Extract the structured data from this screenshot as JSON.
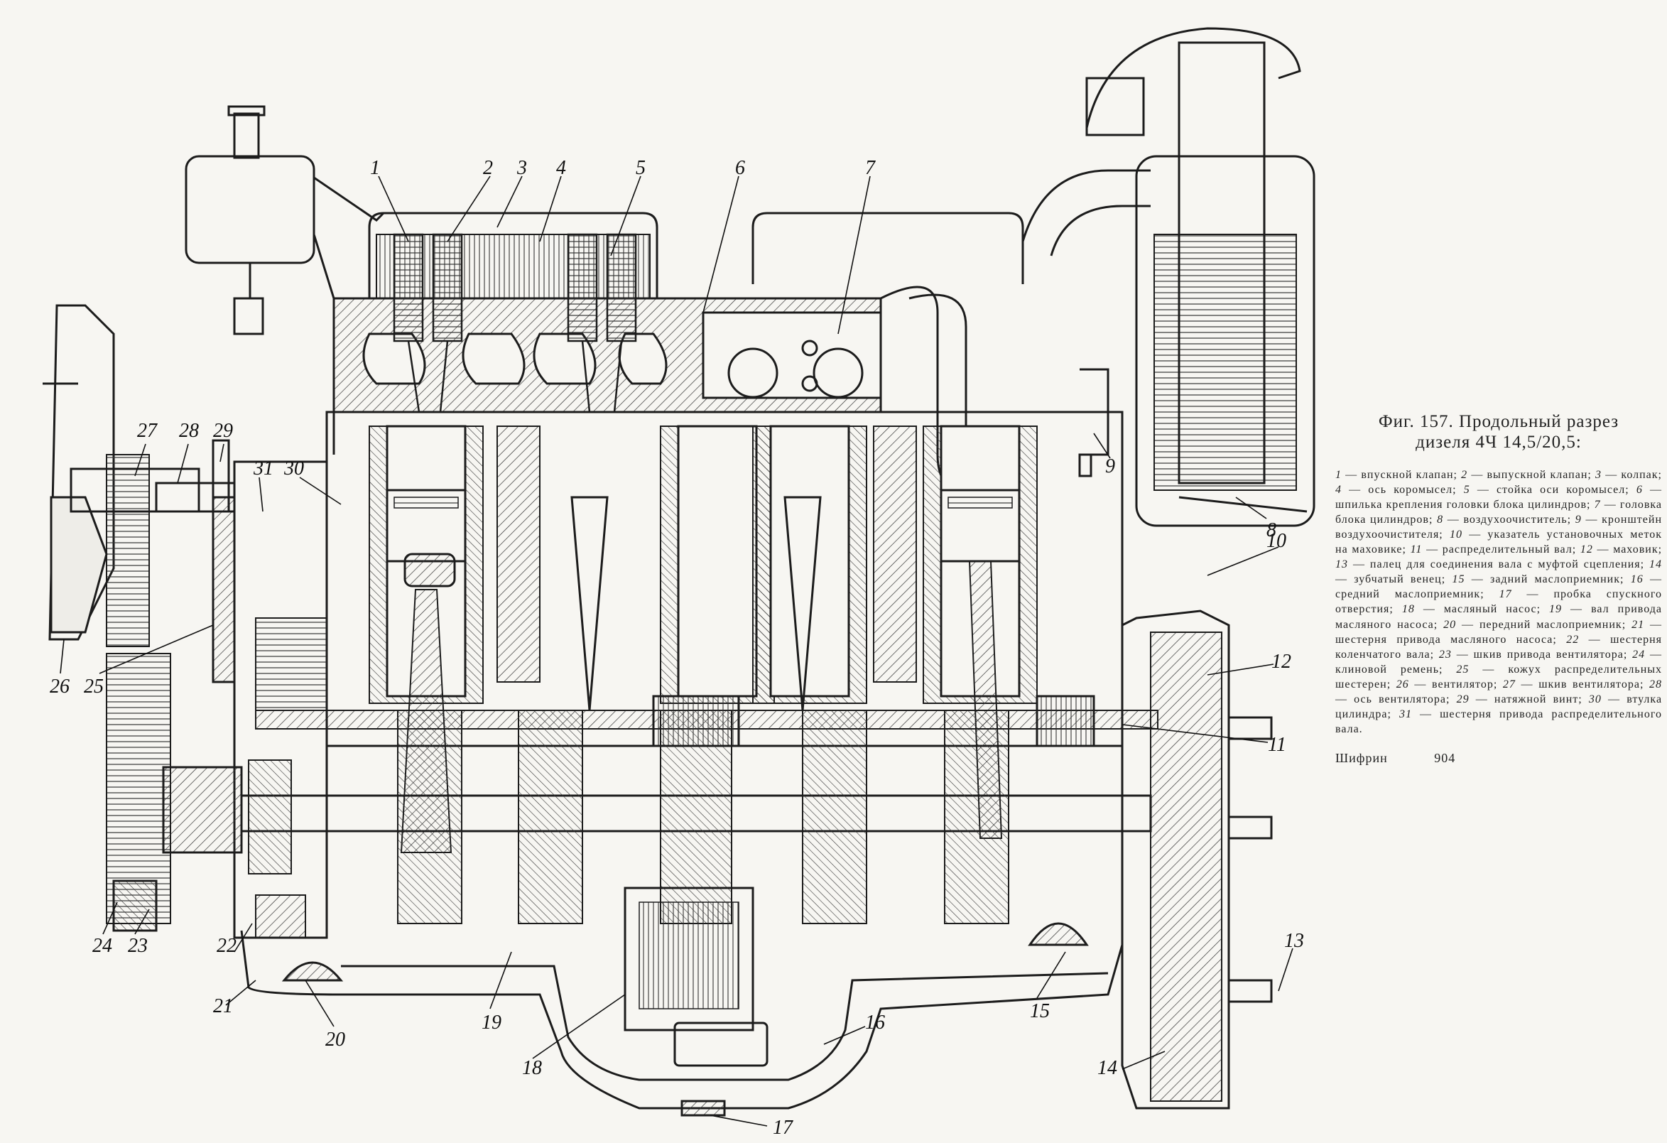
{
  "figure": {
    "title_line1": "Фиг. 157. Продольный разрез",
    "title_line2": "дизеля 4Ч 14,5/20,5:"
  },
  "legend": [
    {
      "num": "1",
      "text": "впускной клапан"
    },
    {
      "num": "2",
      "text": "выпускной клапан"
    },
    {
      "num": "3",
      "text": "колпак"
    },
    {
      "num": "4",
      "text": "ось коромысел"
    },
    {
      "num": "5",
      "text": "стойка оси коромысел"
    },
    {
      "num": "6",
      "text": "шпилька крепления головки блока цилиндров"
    },
    {
      "num": "7",
      "text": "головка блока цилиндров"
    },
    {
      "num": "8",
      "text": "воздухоочиститель"
    },
    {
      "num": "9",
      "text": "кронштейн воздухоочистителя"
    },
    {
      "num": "10",
      "text": "указатель установочных меток на маховике"
    },
    {
      "num": "11",
      "text": "распределительный вал"
    },
    {
      "num": "12",
      "text": "маховик"
    },
    {
      "num": "13",
      "text": "палец для соединения вала с муфтой сцепления"
    },
    {
      "num": "14",
      "text": "зубчатый венец"
    },
    {
      "num": "15",
      "text": "задний маслоприемник"
    },
    {
      "num": "16",
      "text": "средний маслоприемник"
    },
    {
      "num": "17",
      "text": "пробка спускного отверстия"
    },
    {
      "num": "18",
      "text": "масляный насос"
    },
    {
      "num": "19",
      "text": "вал привода масляного насоса"
    },
    {
      "num": "20",
      "text": "передний маслоприемник"
    },
    {
      "num": "21",
      "text": "шестерня привода масляного насоса"
    },
    {
      "num": "22",
      "text": "шестерня коленчатого вала"
    },
    {
      "num": "23",
      "text": "шкив привода вентилятора"
    },
    {
      "num": "24",
      "text": "клиновой ремень"
    },
    {
      "num": "25",
      "text": "кожух распределительных шестерен"
    },
    {
      "num": "26",
      "text": "вентилятор"
    },
    {
      "num": "27",
      "text": "шкив вентилятора"
    },
    {
      "num": "28",
      "text": "ось вентилятора"
    },
    {
      "num": "29",
      "text": "натяжной винт"
    },
    {
      "num": "30",
      "text": "втулка цилиндра"
    },
    {
      "num": "31",
      "text": "шестерня привода распределительного вала"
    }
  ],
  "cipher": {
    "label": "Шифрин",
    "value": "904"
  },
  "callouts": {
    "c1": "1",
    "c2": "2",
    "c3": "3",
    "c4": "4",
    "c5": "5",
    "c6": "6",
    "c7": "7",
    "c8": "8",
    "c9": "9",
    "c10": "10",
    "c11": "11",
    "c12": "12",
    "c13": "13",
    "c14": "14",
    "c15": "15",
    "c16": "16",
    "c17": "17",
    "c18": "18",
    "c19": "19",
    "c20": "20",
    "c21": "21",
    "c22": "22",
    "c23": "23",
    "c24": "24",
    "c25": "25",
    "c26": "26",
    "c27": "27",
    "c28": "28",
    "c29": "29",
    "c30": "30",
    "c31": "31"
  }
}
